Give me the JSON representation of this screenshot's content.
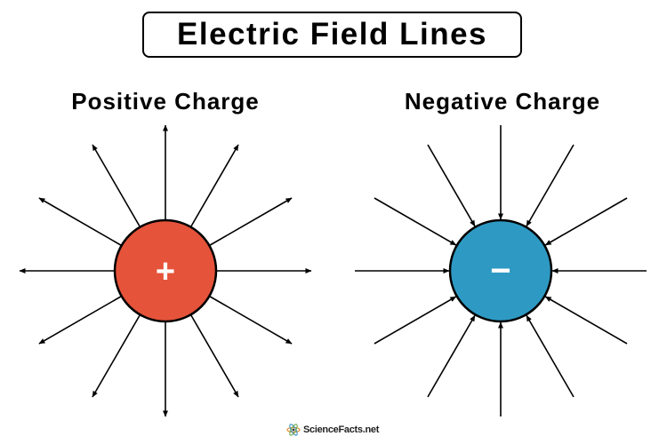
{
  "title": "Electric Field Lines",
  "positive": {
    "label": "Positive Charge",
    "symbol": "+",
    "color": "#E5533A",
    "direction": "outward"
  },
  "negative": {
    "label": "Negative Charge",
    "symbol": "−",
    "color": "#2E9AC4",
    "direction": "inward"
  },
  "field_lines_per_charge": 12,
  "watermark": "ScienceFacts.net"
}
